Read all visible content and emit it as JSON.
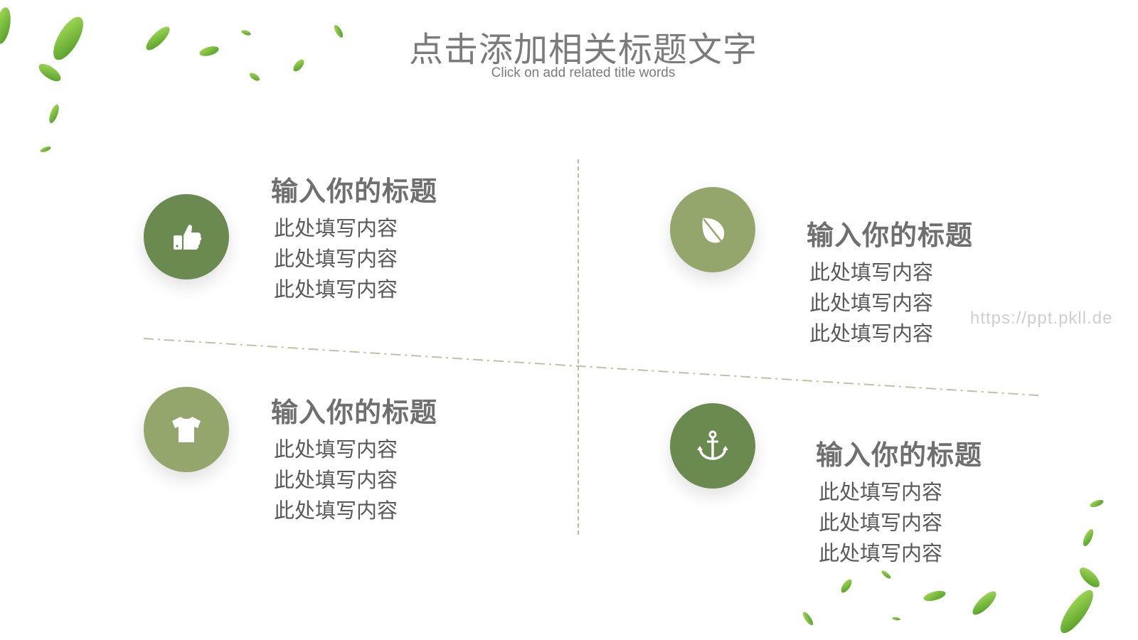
{
  "title": {
    "main": "点击添加相关标题文字",
    "sub": "Click on add related title words"
  },
  "cards": [
    {
      "title": "输入你的标题",
      "lines": [
        "此处填写内容",
        "此处填写内容",
        "此处填写内容"
      ],
      "icon": "thumbs-up-icon",
      "color": "#6a8a4f"
    },
    {
      "title": "输入你的标题",
      "lines": [
        "此处填写内容",
        "此处填写内容",
        "此处填写内容"
      ],
      "icon": "leaf-icon",
      "color": "#95a66d"
    },
    {
      "title": "输入你的标题",
      "lines": [
        "此处填写内容",
        "此处填写内容",
        "此处填写内容"
      ],
      "icon": "tshirt-icon",
      "color": "#95a66d"
    },
    {
      "title": "输入你的标题",
      "lines": [
        "此处填写内容",
        "此处填写内容",
        "此处填写内容"
      ],
      "icon": "anchor-icon",
      "color": "#6a8a4f"
    }
  ],
  "watermark": "https://ppt.pkll.de",
  "colors": {
    "accent_dark": "#6a8a4f",
    "accent_light": "#95a66d",
    "leaf": "#7cc142"
  }
}
